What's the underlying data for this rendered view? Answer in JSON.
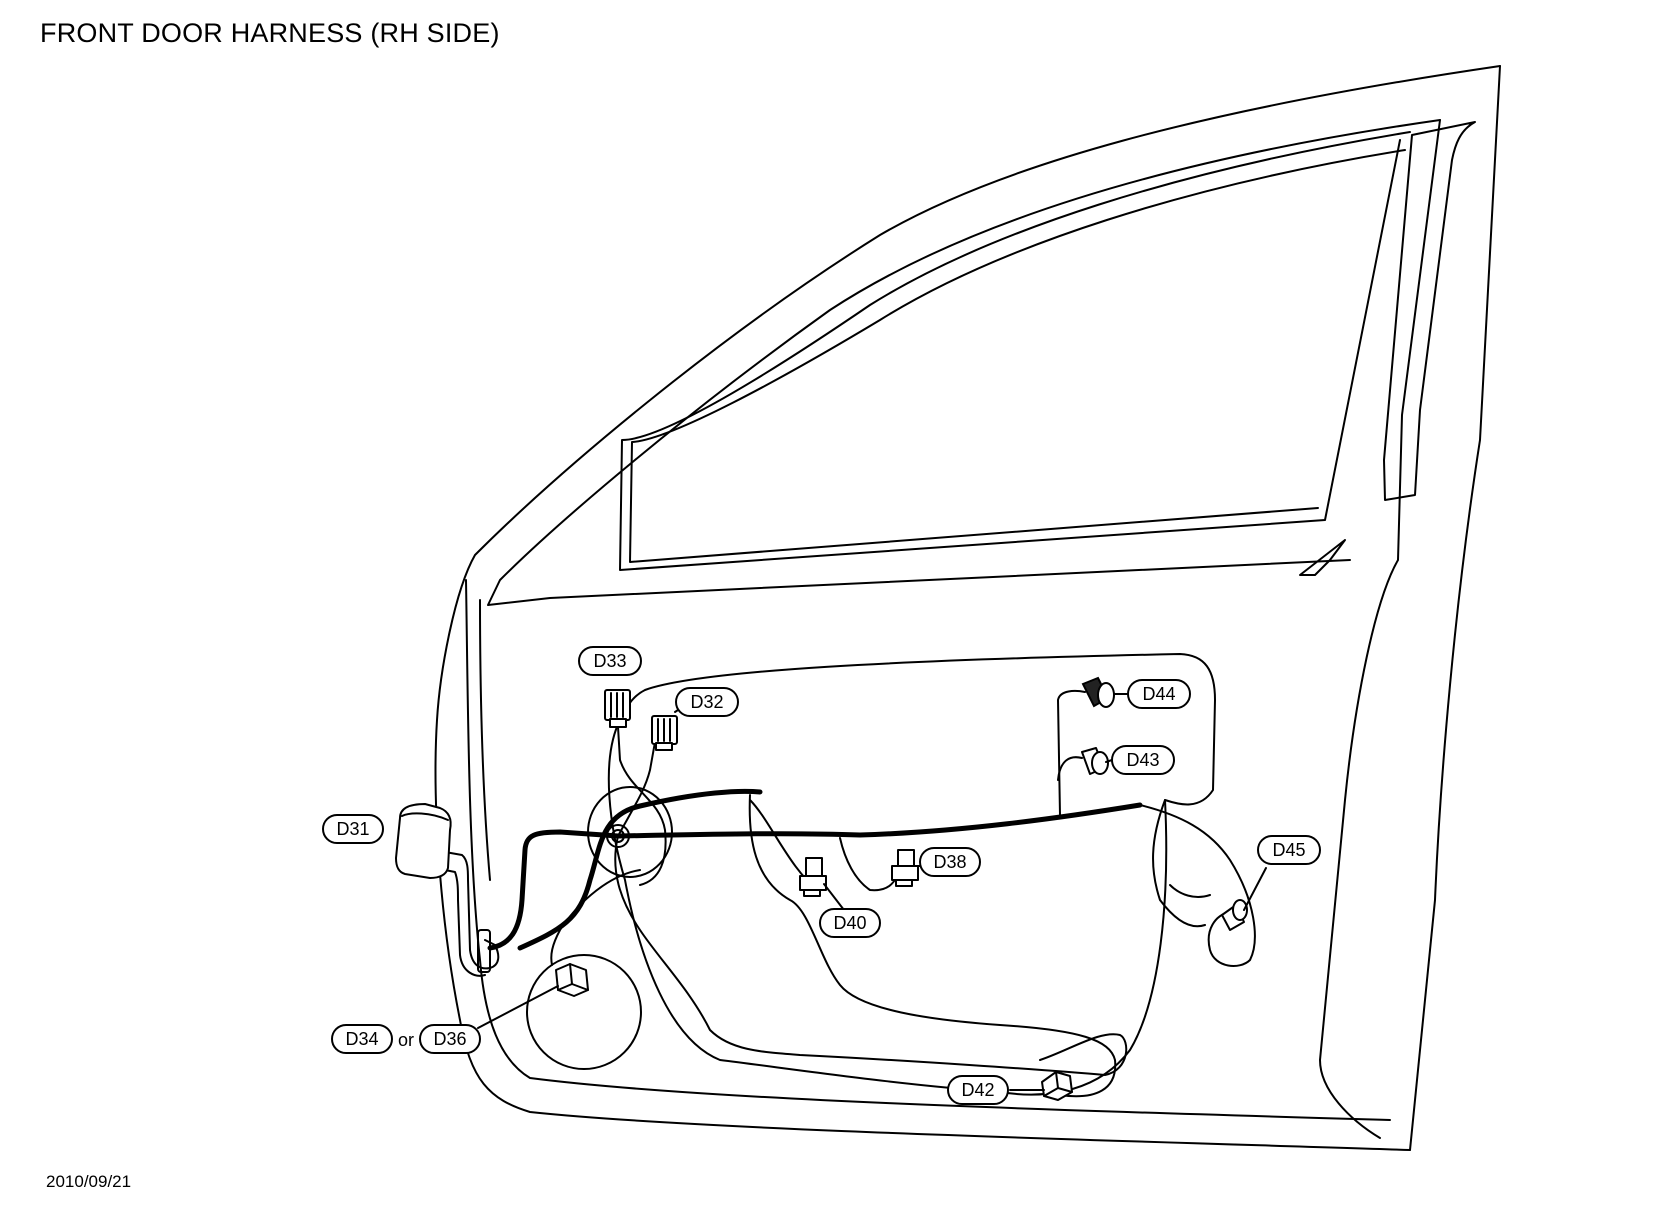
{
  "title": "FRONT DOOR HARNESS (RH SIDE)",
  "date": "2010/09/21",
  "connectors": {
    "d31": "D31",
    "d32": "D32",
    "d33": "D33",
    "d34": "D34",
    "or": "or",
    "d36": "D36",
    "d38": "D38",
    "d40": "D40",
    "d42": "D42",
    "d43": "D43",
    "d44": "D44",
    "d45": "D45"
  }
}
